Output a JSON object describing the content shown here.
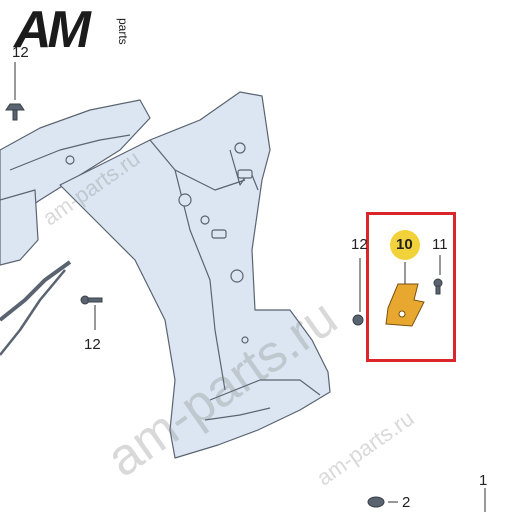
{
  "logo": {
    "main": "AM",
    "sub": "parts"
  },
  "watermarks": [
    "am-parts.ru",
    "am-parts.ru",
    "am-parts.ru"
  ],
  "callouts": {
    "c12_top": "12",
    "c12_left": "12",
    "c12_right": "12",
    "c10": "10",
    "c11": "11",
    "c2": "2",
    "c1": "1"
  },
  "colors": {
    "part_fill": "#dbe6f2",
    "part_stroke": "#5a6470",
    "highlight": "#d8262b",
    "badge": "#f2d23a",
    "bracket": "#e8a830"
  }
}
